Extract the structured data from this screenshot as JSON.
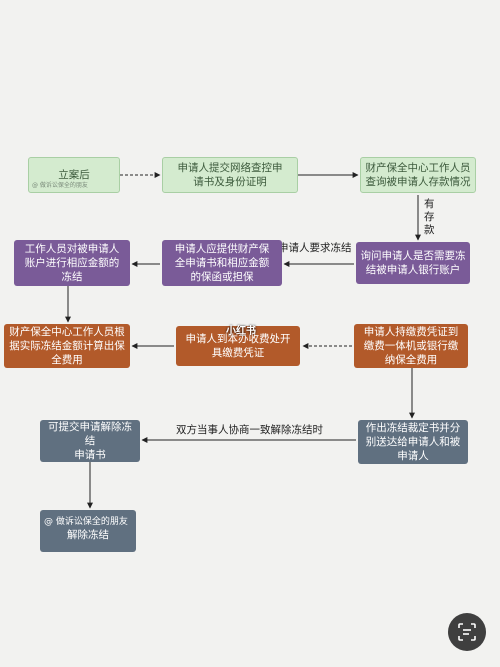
{
  "nodes": {
    "n1": "立案后",
    "n2": "申请人提交网络查控申\n请书及身份证明",
    "n3": "财产保全中心工作人员\n查询被申请人存款情况",
    "n4": "询问申请人是否需要冻\n结被申请人银行账户",
    "n5": "申请人应提供财产保\n全申请书和相应金额\n的保函或担保",
    "n6": "工作人员对被申请人\n账户进行相应金额的\n冻结",
    "n7": "财产保全中心工作人员根\n据实际冻结金额计算出保\n全费用",
    "n8": "申请人到本办收费处开\n具缴费凭证",
    "n9": "申请人持缴费凭证到\n缴费一体机或银行缴\n纳保全费用",
    "n10": "作出冻结裁定书并分\n别送达给申请人和被\n申请人",
    "n11": "可提交申请解除冻结\n申请书",
    "n12": "解除冻结"
  },
  "edge_labels": {
    "has_deposit": "有\n存\n款",
    "request_freeze": "申请人要求冻结",
    "negotiate_unfreeze": "双方当事人协商一致解除冻结时"
  },
  "watermarks": {
    "brand": "小红书",
    "small_tag": "@ 做诉讼保全的朋友",
    "account": "@ 做诉讼保全的朋友"
  },
  "colors": {
    "green_node": "#d4ebcf",
    "purple_node": "#7a5b98",
    "orange_node": "#b25a2a",
    "gray_node": "#607080",
    "arrow": "#222222"
  },
  "icons": {
    "scan_button": "scan-text-icon"
  }
}
